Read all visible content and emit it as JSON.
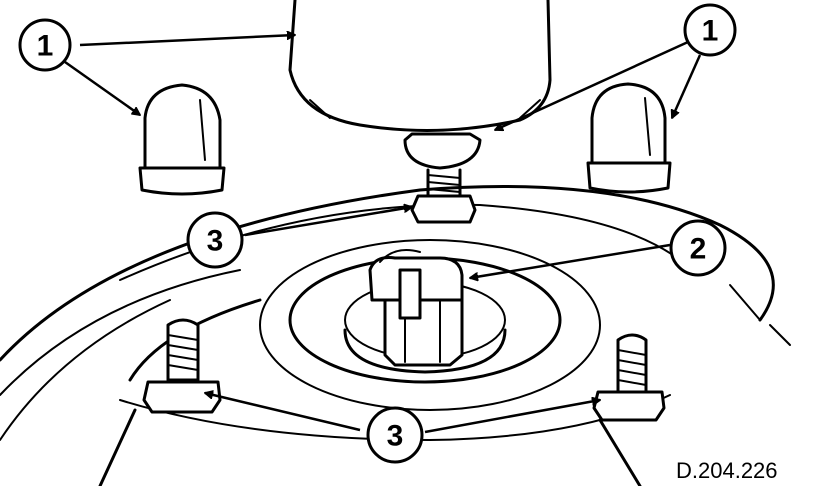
{
  "callouts": {
    "c1_left": "1",
    "c1_right": "1",
    "c2": "2",
    "c3_left": "3",
    "c3_bottom": "3"
  },
  "reference": "D.204.226"
}
